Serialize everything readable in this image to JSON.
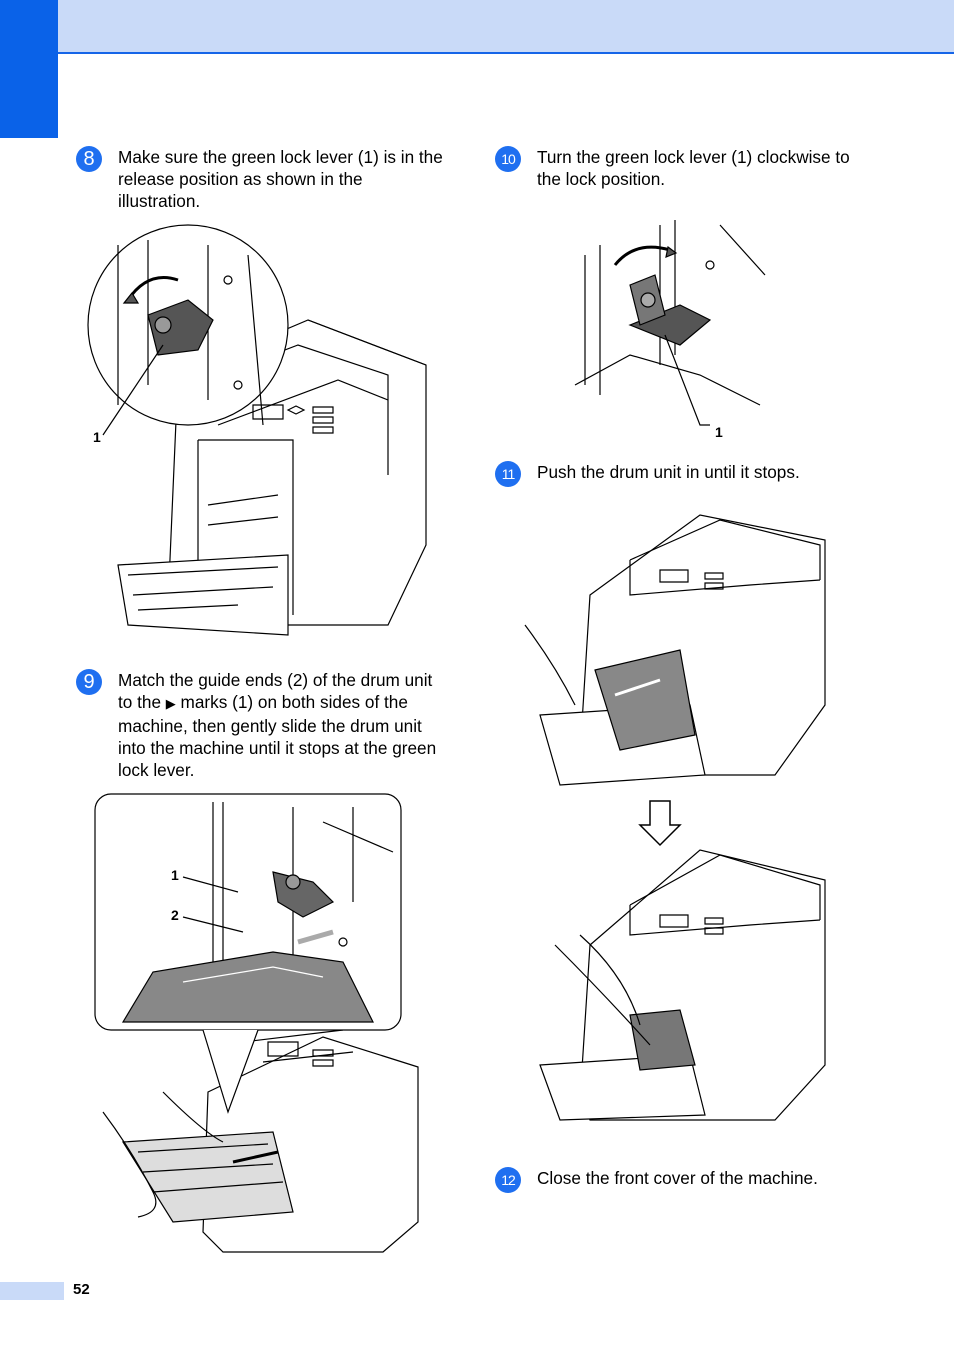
{
  "steps": {
    "s8": {
      "number": "8",
      "text": "Make sure the green lock lever (1) is in the release position as shown in the illustration."
    },
    "s9": {
      "number": "9",
      "text_before": "Match the guide ends (2) of the drum unit to the ",
      "marker": "▶",
      "text_after": " marks (1) on both sides of the machine, then gently slide the drum unit into the machine until it stops at the green lock lever."
    },
    "s10": {
      "number": "10",
      "text": "Turn the green lock lever (1) clockwise to the lock position."
    },
    "s11": {
      "number": "11",
      "text": "Push the drum unit in until it stops."
    },
    "s12": {
      "number": "12",
      "text": "Close the front cover of the machine."
    }
  },
  "callouts": {
    "fig8_label1": "1",
    "fig9_label1": "1",
    "fig9_label2": "2",
    "fig10_label1": "1"
  },
  "footer": {
    "page_number": "52"
  },
  "colors": {
    "accent_blue": "#0a62e8",
    "header_band": "#c9daf8",
    "step_badge": "#1f6ff0"
  }
}
